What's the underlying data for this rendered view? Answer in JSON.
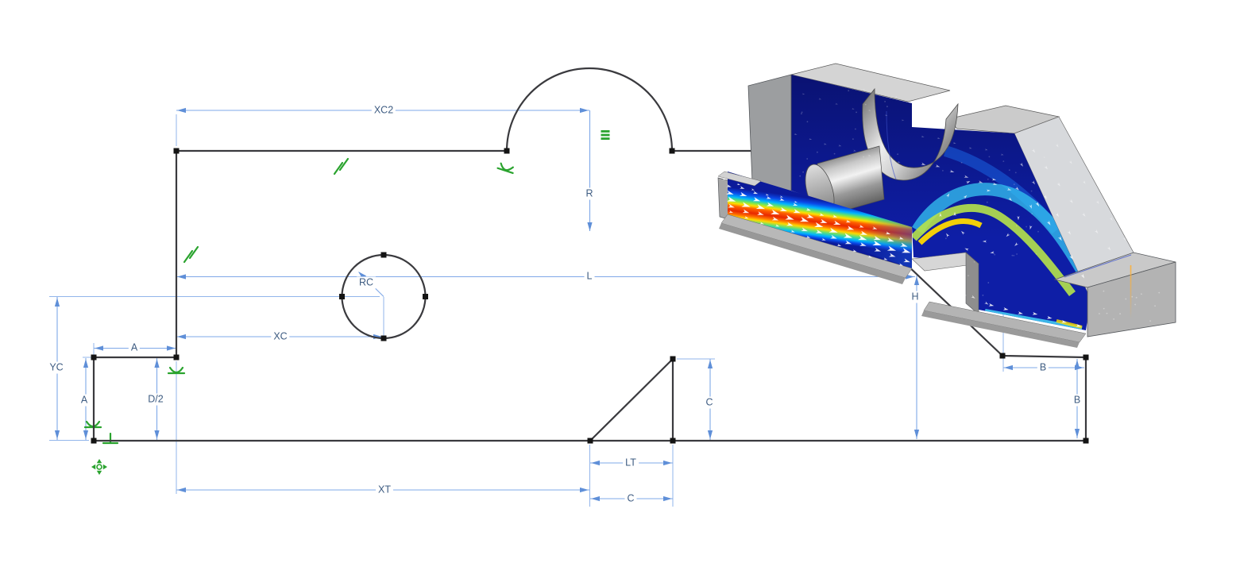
{
  "page": {
    "title": "Parameterized geometry sketch with 3D CFD velocity inset",
    "background": "#ffffff"
  },
  "colors": {
    "dimension_line": "#7FA8E8",
    "dimension_arrow": "#5F8FD8",
    "dimension_text": "#3E5C82",
    "constraint_green": "#2AA32E",
    "profile_line": "#3A3A3E",
    "vertex_handle": "#141414"
  },
  "dims": {
    "XC2": {
      "label": "XC2"
    },
    "R": {
      "label": "R"
    },
    "RC": {
      "label": "RC"
    },
    "L": {
      "label": "L"
    },
    "XC": {
      "label": "XC"
    },
    "YC": {
      "label": "YC"
    },
    "A_h": {
      "label": "A"
    },
    "A_v": {
      "label": "A"
    },
    "D2": {
      "label": "D/2"
    },
    "XT": {
      "label": "XT"
    },
    "LT": {
      "label": "LT"
    },
    "C_b": {
      "label": "C"
    },
    "C_v": {
      "label": "C"
    },
    "H": {
      "label": "H"
    },
    "B_h": {
      "label": "B"
    },
    "B_v": {
      "label": "B"
    }
  },
  "constraint_icons": [
    {
      "name": "parallel-icon"
    },
    {
      "name": "parallel-icon"
    },
    {
      "name": "equal-distance-icon"
    },
    {
      "name": "tangent-icon"
    },
    {
      "name": "tangent-icon"
    },
    {
      "name": "tangent-icon"
    },
    {
      "name": "perpendicular-icon"
    },
    {
      "name": "origin-point-icon"
    }
  ],
  "inset": {
    "name": "cfd-velocity-inset",
    "description": "Isometric 3D CFD result: duct with inlet jet along the floor, cylinder and half-cylinder obstacles, ramp, inclined section and outlet box; velocity magnitude rainbow surface with white vector arrows on the mid cross-section plane",
    "colormap": [
      "#0B1A9A",
      "#0A47E8",
      "#00B4FF",
      "#6FE85A",
      "#FFDF00",
      "#FF6000",
      "#E82800"
    ],
    "material_grays": [
      "#D4D4D4",
      "#B3B3B3",
      "#9C9EA0"
    ]
  }
}
